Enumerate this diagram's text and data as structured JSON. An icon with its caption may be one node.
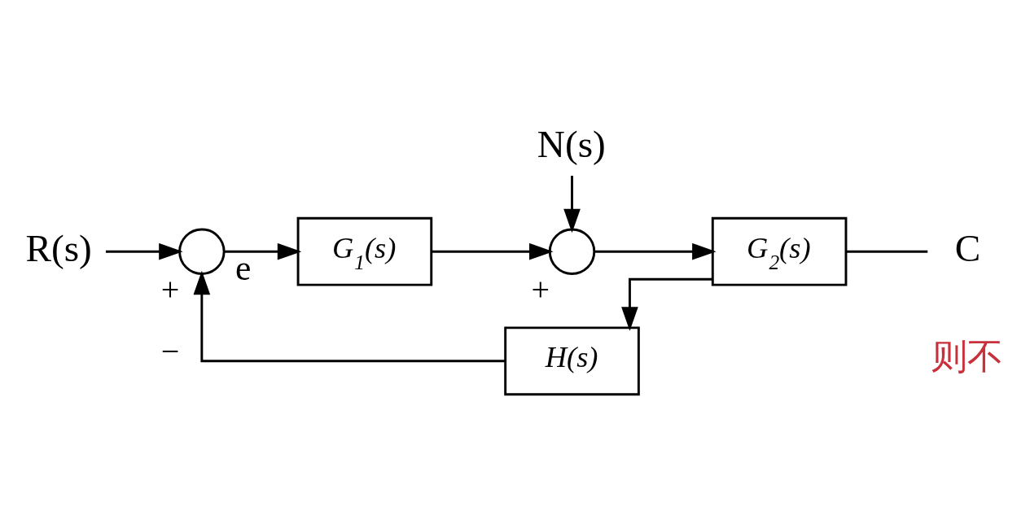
{
  "diagram": {
    "nodes": [
      {
        "text": [
          "R(s)"
        ]
      },
      {
        "text": [],
        "shape": "circle",
        "beside": [
          "+",
          "−"
        ]
      },
      {
        "text": [
          "G$_{1}$(s)"
        ]
      },
      {
        "text": [],
        "shape": "circle",
        "beside": [
          "+"
        ]
      },
      {
        "text": [
          "N(s)"
        ]
      },
      {
        "text": [
          "G$_{2}$(s)"
        ]
      },
      {
        "text": [
          "C"
        ]
      },
      {
        "text": [
          "H(s)"
        ]
      }
    ],
    "edges": [
      {
        "from": 0,
        "to": 1,
        "arrow": "to"
      },
      {
        "from": 1,
        "to": 2,
        "arrow": "to",
        "label": "e"
      },
      {
        "from": 2,
        "to": 3,
        "arrow": "to"
      },
      {
        "from": 4,
        "to": 3,
        "arrow": "to"
      },
      {
        "from": 3,
        "to": 5,
        "arrow": "to"
      },
      {
        "from": 5,
        "to": 6,
        "arrow": "none"
      },
      {
        "from": 5,
        "to": 7,
        "arrow": "to"
      },
      {
        "from": 7,
        "to": 1,
        "arrow": "to"
      }
    ],
    "labels": [
      "则不"
    ]
  }
}
